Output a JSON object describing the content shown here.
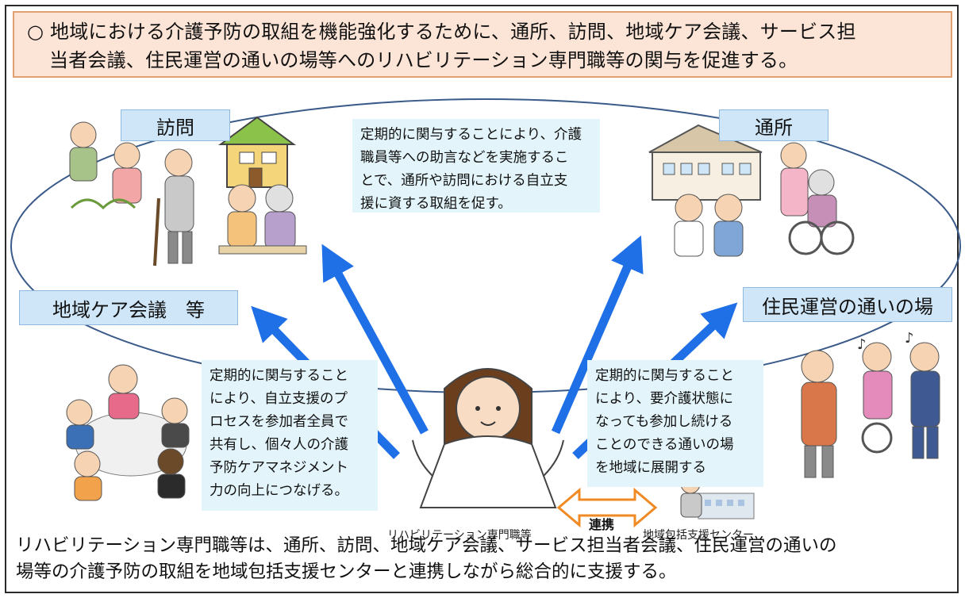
{
  "header": {
    "bullet": "○",
    "line1": "地域における介護予防の取組を機能強化するために、通所、訪問、地域ケア会議、サービス担",
    "line2": "当者会議、住民運営の通いの場等へのリハビリテーション専門職等の関与を促進する。"
  },
  "tags": {
    "houmon": "訪問",
    "tsusho": "通所",
    "care_meeting": "地域ケア会議　等",
    "kayoi": "住民運営の通いの場"
  },
  "notes": {
    "top": [
      "定期的に関与することにより、介護",
      "職員等への助言などを実施するこ",
      "とで、通所や訪問における自立支",
      "援に資する取組を促す。"
    ],
    "left": [
      "定期的に関与すること",
      "により、自立支援のプ",
      "ロセスを参加者全員で",
      "共有し、個々人の介護",
      "予防ケアマネジメント",
      "力の向上につなげる。"
    ],
    "right": [
      "定期的に関与すること",
      "により、要介護状態に",
      "なっても参加し続ける",
      "ことのできる通いの場",
      "を地域に展開する"
    ]
  },
  "captions": {
    "rehab": "リハビリテーション専門職等",
    "center": "地域包括支援センター",
    "cooperation": "連携"
  },
  "footer": {
    "line1": "リハビリテーション専門職等は、通所、訪問、地域ケア会議、サービス担当者会議、住民運営の通いの",
    "line2": "場等の介護予防の取組を地域包括支援センターと連携しながら総合的に支援する。"
  },
  "colors": {
    "arrow": "#1f6fe6",
    "header_bg": "#fce4d6",
    "tag_bg": "#cfe6f8",
    "note_bg": "#e3f5fb",
    "coop_arrow": "#f08a24"
  }
}
